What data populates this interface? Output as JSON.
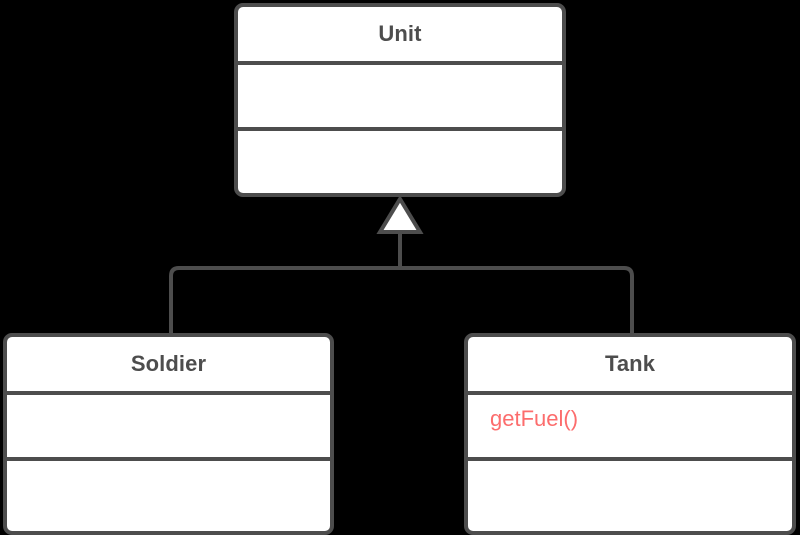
{
  "diagram": {
    "type": "uml-class-diagram",
    "background_color": "#000000",
    "border_color": "#4D4D4D",
    "box_fill_color": "#FFFFFF",
    "title_text_color": "#4D4D4D",
    "highlight_text_color": "#FC6D6D",
    "relationship": {
      "kind": "generalization",
      "arrowhead": "hollow-triangle",
      "parent": "Unit",
      "children": [
        "Soldier",
        "Tank"
      ]
    },
    "classes": [
      {
        "id": "unit",
        "name": "Unit",
        "attributes": [],
        "operations": []
      },
      {
        "id": "soldier",
        "name": "Soldier",
        "attributes": [],
        "operations": []
      },
      {
        "id": "tank",
        "name": "Tank",
        "attributes": [
          {
            "label": "getFuel()",
            "highlighted": true
          }
        ],
        "operations": []
      }
    ]
  }
}
